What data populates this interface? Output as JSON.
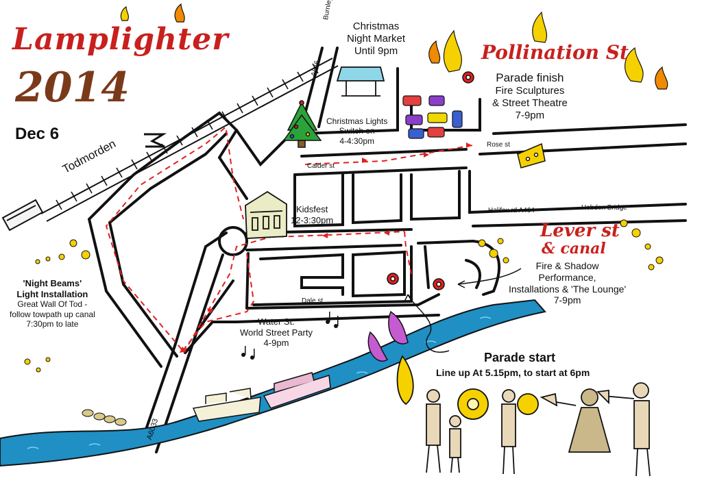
{
  "title": {
    "line1": "Lamplighter",
    "line2": "2014",
    "date": "Dec 6"
  },
  "town": "Todmorden",
  "roads": {
    "burnley": "Burnley",
    "a646": "A646",
    "a6033": "A6033",
    "calder_st": "Calder st",
    "rose_st": "Rose st",
    "halifax_rd": "Halifax rd A464",
    "hebden_bridge": "Hebden Bridge",
    "dale_st": "Dale st"
  },
  "events": {
    "christmas_market": {
      "line1": "Christmas",
      "line2": "Night Market",
      "line3": "Until 9pm"
    },
    "pollination": {
      "name": "Pollination St",
      "line1": "Parade finish",
      "line2": "Fire Sculptures",
      "line3": "& Street Theatre",
      "line4": "7-9pm"
    },
    "christmas_lights": {
      "line1": "Christmas Lights",
      "line2": "Switch on",
      "line3": "4-4:30pm"
    },
    "kidsfest": {
      "line1": "Kidsfest",
      "line2": "12-3:30pm"
    },
    "lever_st": {
      "name1": "Lever st",
      "name2": "& canal",
      "line1": "Fire & Shadow",
      "line2": "Performance,",
      "line3": "Installations & 'The Lounge'",
      "line4": "7-9pm"
    },
    "night_beams": {
      "line1": "'Night Beams'",
      "line2": "Light Installation",
      "line3": "Great Wall Of Tod -",
      "line4": "follow towpath up canal",
      "line5": "7:30pm to late"
    },
    "water_st": {
      "line1": "Water St.",
      "line2": "World Street Party",
      "line3": "4-9pm"
    },
    "parade_start": {
      "line1": "Parade start",
      "line2_prefix": "Line up At 5.15pm, to start at ",
      "line2_emph": "6pm"
    }
  },
  "colors": {
    "ink": "#111111",
    "route_red": "#e02020",
    "canal_blue": "#1f8fc4",
    "flame_yellow": "#f6d100",
    "flame_orange": "#f08a00",
    "title_red": "#c8201e"
  }
}
